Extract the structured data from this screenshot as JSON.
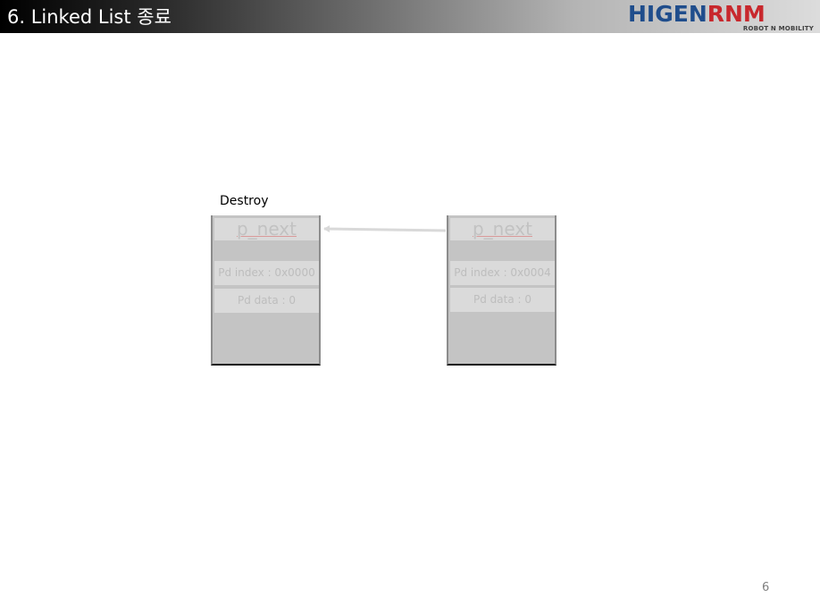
{
  "slide": {
    "title": "6. Linked List 종료",
    "page_number": "6"
  },
  "logo": {
    "higen": "HIGEN",
    "rnm": "RNM",
    "tagline": "ROBOT N MOBILITY"
  },
  "diagram": {
    "label": "Destroy",
    "nodes": [
      {
        "next": "p_next",
        "index": "Pd index : 0x0000",
        "data": "Pd data : 0"
      },
      {
        "next": "p_next",
        "index": "Pd index : 0x0004",
        "data": "Pd data : 0"
      }
    ],
    "colors": {
      "node_fill": "#c4c4c4",
      "cell_fill": "#dadada",
      "arrow": "#d9d9d9"
    }
  }
}
